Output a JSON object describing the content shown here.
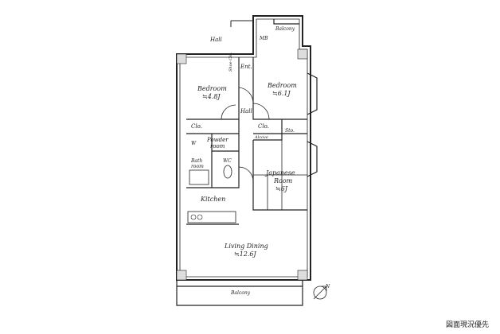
{
  "labels": {
    "hall_top": "Hall",
    "balcony_top": "Balcony",
    "mb": "MB",
    "shoe_cabinet": "Shoe Clo.",
    "entrance": "Ent.",
    "bedroom1": "Bedroom",
    "bedroom1_size": "≒4.8J",
    "bedroom2": "Bedroom",
    "bedroom2_size": "≒6.1J",
    "hall_mid": "Hall",
    "clo_left": "Clo.",
    "clo_right": "Clo.",
    "storage": "Sto.",
    "alcove": "Alcove",
    "powder1": "Powder",
    "powder2": "room",
    "washer": "W",
    "bath1": "Bath",
    "bath2": "room",
    "wc": "WC",
    "japanese1": "Japanese",
    "japanese2": "Room",
    "japanese_size": "≒6J",
    "kitchen": "Kitchen",
    "living": "Living Dining",
    "living_size": "≒12.6J",
    "balcony_bottom": "Balcony",
    "north": "N"
  },
  "caption": "図面現況優先",
  "colors": {
    "line": "#222222",
    "fill_light": "#dddddd"
  }
}
